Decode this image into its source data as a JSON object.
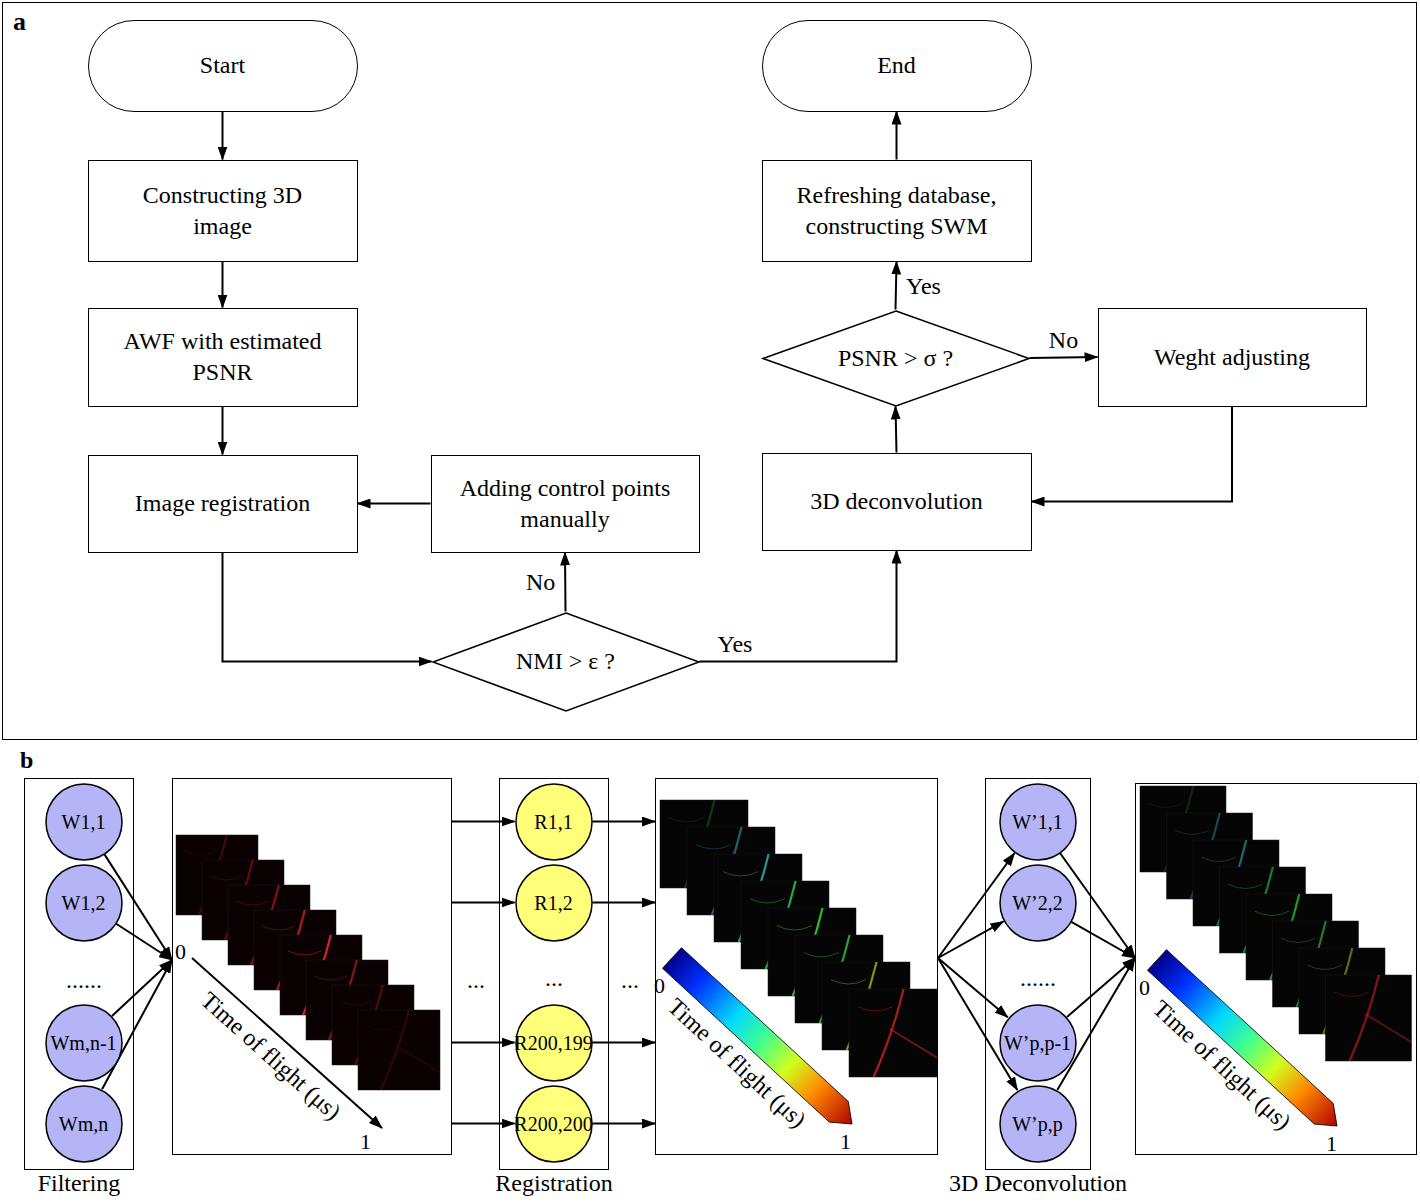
{
  "diagram": {
    "nodes": [
      {
        "text": [
          "a"
        ]
      },
      {
        "text": [
          "Start"
        ],
        "in": 0
      },
      {
        "text": [
          "Constructing 3D image"
        ],
        "in": 0
      },
      {
        "text": [
          "AWF with estimated PSNR"
        ],
        "in": 0
      },
      {
        "text": [
          "Image registration"
        ],
        "in": 0
      },
      {
        "text": [
          "Adding control points manually"
        ],
        "in": 0
      },
      {
        "text": [
          "NMI > ε ?"
        ],
        "in": 0
      },
      {
        "text": [
          "3D deconvolution"
        ],
        "in": 0
      },
      {
        "text": [
          "PSNR > σ ?"
        ],
        "in": 0
      },
      {
        "text": [
          "Weght adjusting"
        ],
        "in": 0
      },
      {
        "text": [
          "Refreshing database, constructing SWM"
        ],
        "in": 0
      },
      {
        "text": [
          "End"
        ],
        "in": 0
      },
      {
        "text": [
          "Filtering"
        ]
      },
      {
        "text": [
          "W1,1"
        ],
        "in": 12
      },
      {
        "text": [
          "W1,2"
        ],
        "in": 12
      },
      {
        "text": [
          "Wm,n-1"
        ],
        "in": 12
      },
      {
        "text": [
          "Wm,n"
        ],
        "in": 12
      },
      {
        "text": [
          "0",
          "Time of flight (μs)",
          "1"
        ]
      },
      {
        "text": [
          "Registration"
        ]
      },
      {
        "text": [
          "R1,1"
        ],
        "in": 18
      },
      {
        "text": [
          "R1,2"
        ],
        "in": 18
      },
      {
        "text": [
          "R200,199"
        ],
        "in": 18
      },
      {
        "text": [
          "R200,200"
        ],
        "in": 18
      },
      {
        "text": [
          "0",
          "Time of flight (μs)",
          "1"
        ]
      },
      {
        "text": [
          "3D Deconvolution"
        ]
      },
      {
        "text": [
          "W’1,1"
        ],
        "in": 24
      },
      {
        "text": [
          "W’2,2"
        ],
        "in": 24
      },
      {
        "text": [
          "W’p,p-1"
        ],
        "in": 24
      },
      {
        "text": [
          "W’p,p"
        ],
        "in": 24
      },
      {
        "text": [
          "0",
          "Time of flight (μs)",
          "1"
        ]
      }
    ],
    "edges": [
      {
        "from": 1,
        "to": 2,
        "arrow": "to"
      },
      {
        "from": 2,
        "to": 3,
        "arrow": "to"
      },
      {
        "from": 3,
        "to": 4,
        "arrow": "to"
      },
      {
        "from": 4,
        "to": 6,
        "arrow": "to"
      },
      {
        "from": 6,
        "to": 5,
        "label": "No",
        "arrow": "to"
      },
      {
        "from": 5,
        "to": 4,
        "arrow": "to"
      },
      {
        "from": 6,
        "to": 7,
        "label": "Yes",
        "arrow": "to"
      },
      {
        "from": 7,
        "to": 8,
        "arrow": "to"
      },
      {
        "from": 8,
        "to": 10,
        "label": "Yes",
        "arrow": "to"
      },
      {
        "from": 8,
        "to": 9,
        "label": "No",
        "arrow": "to"
      },
      {
        "from": 9,
        "to": 7,
        "arrow": "to"
      },
      {
        "from": 10,
        "to": 11,
        "arrow": "to"
      },
      {
        "from": 13,
        "to": 17,
        "arrow": "to"
      },
      {
        "from": 14,
        "to": 17,
        "arrow": "to"
      },
      {
        "from": 15,
        "to": 17,
        "arrow": "to"
      },
      {
        "from": 16,
        "to": 17,
        "arrow": "to"
      },
      {
        "from": 17,
        "to": 19,
        "arrow": "to"
      },
      {
        "from": 17,
        "to": 20,
        "arrow": "to"
      },
      {
        "from": 17,
        "to": 21,
        "arrow": "to"
      },
      {
        "from": 17,
        "to": 22,
        "arrow": "to"
      },
      {
        "from": 19,
        "to": 23,
        "arrow": "to"
      },
      {
        "from": 20,
        "to": 23,
        "arrow": "to"
      },
      {
        "from": 21,
        "to": 23,
        "arrow": "to"
      },
      {
        "from": 22,
        "to": 23,
        "arrow": "to"
      },
      {
        "from": 23,
        "to": 25,
        "arrow": "to"
      },
      {
        "from": 23,
        "to": 26,
        "arrow": "to"
      },
      {
        "from": 23,
        "to": 27,
        "arrow": "to"
      },
      {
        "from": 23,
        "to": 28,
        "arrow": "to"
      },
      {
        "from": 25,
        "to": 29,
        "arrow": "to"
      },
      {
        "from": 26,
        "to": 29,
        "arrow": "to"
      },
      {
        "from": 27,
        "to": 29,
        "arrow": "to"
      },
      {
        "from": 28,
        "to": 29,
        "arrow": "to"
      }
    ],
    "labels": [
      "b",
      "......",
      "...",
      "...",
      "...",
      "......"
    ]
  }
}
